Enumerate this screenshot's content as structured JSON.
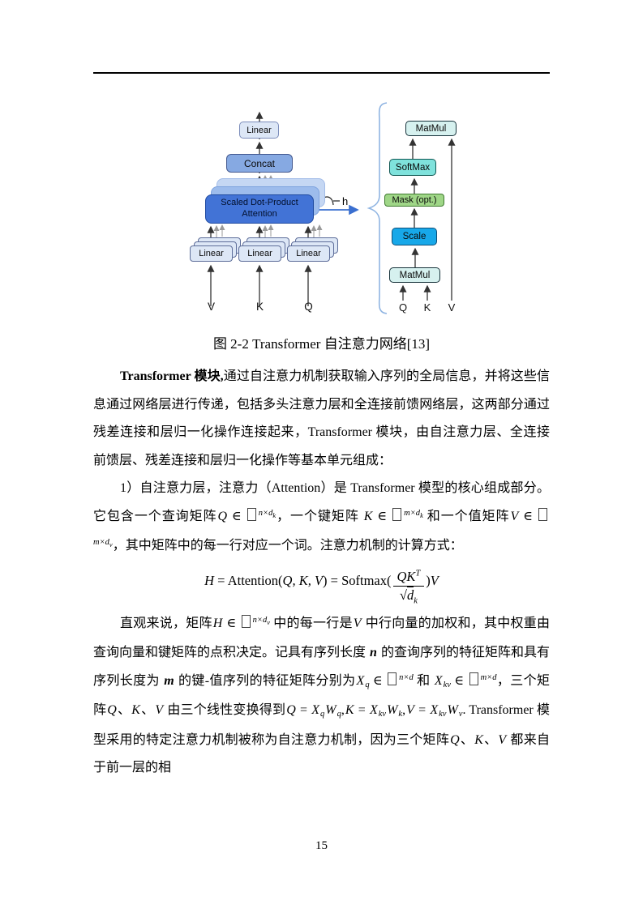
{
  "page": {
    "number": "15"
  },
  "figure": {
    "caption": "图 2-2 Transformer 自注意力网络[13]",
    "left": {
      "linear_top": "Linear",
      "concat": "Concat",
      "attention": "Scaled Dot-Product Attention",
      "linear": "Linear",
      "h_label": "h",
      "input_v": "V",
      "input_k": "K",
      "input_q": "Q"
    },
    "right": {
      "matmul_top": "MatMul",
      "softmax": "SoftMax",
      "mask": "Mask (opt.)",
      "scale": "Scale",
      "matmul_bottom": "MatMul",
      "input_q": "Q",
      "input_k": "K",
      "input_v": "V"
    },
    "colors": {
      "box_light_blue": "#dde7f6",
      "concat_blue": "#86a9e2",
      "attention_blue": "#4273d6",
      "attention_back1": "#9dbcec",
      "attention_back2": "#c5d7f3",
      "matmul_cyan": "#d6f1ef",
      "softmax_cyan": "#7fe2dc",
      "mask_green": "#9fd687",
      "scale_blue": "#17a8e9",
      "arrow_blue": "#3a6fd0",
      "brace_blue": "#8fb4e2"
    }
  },
  "paragraphs": {
    "p1": [
      {
        "t": "Transformer 模块,",
        "s": "b"
      },
      {
        "t": "通过自注意力机制获取输入序列的全局信息，并将这些信息通过网络层进行传递，包括多头注意力层和全连接前馈网络层，这两部分通过残差连接和层归一化操作连接起来，Transformer 模块，由自注意力层、全连接前馈层、残差连接和层归一化操作等基本单元组成："
      }
    ],
    "p2": [
      {
        "t": "1）自注意力层，注意力（Attention）是 Transformer 模型的核心组成部分。它包含一个查询矩阵"
      },
      {
        "t": "Q",
        "s": "i"
      },
      {
        "t": " ∈ "
      },
      {
        "s": "box"
      },
      {
        "t": "n×d",
        "s": "sup"
      },
      {
        "t": "k",
        "s": "ss"
      },
      {
        "t": "，一个键矩阵 "
      },
      {
        "t": "K",
        "s": "i"
      },
      {
        "t": " ∈ "
      },
      {
        "s": "box"
      },
      {
        "t": "m×d",
        "s": "sup"
      },
      {
        "t": "k",
        "s": "ss"
      },
      {
        "t": " 和一个值矩阵"
      },
      {
        "t": "V",
        "s": "i"
      },
      {
        "t": " ∈ "
      },
      {
        "s": "box"
      },
      {
        "t": "m×d",
        "s": "sup"
      },
      {
        "t": "v",
        "s": "ss"
      },
      {
        "t": "，其中矩阵中的每一行对应一个词。注意力机制的计算方式："
      }
    ],
    "p3": [
      {
        "t": "直观来说，矩阵"
      },
      {
        "t": "H",
        "s": "i"
      },
      {
        "t": " ∈ "
      },
      {
        "s": "box"
      },
      {
        "t": "n×d",
        "s": "sup"
      },
      {
        "t": "v",
        "s": "ss"
      },
      {
        "t": " 中的每一行是"
      },
      {
        "t": "V",
        "s": "i"
      },
      {
        "t": " 中行向量的加权和，其中权重由查询向量和键矩阵的点积决定。记具有序列长度 "
      },
      {
        "t": "n",
        "s": "bi"
      },
      {
        "t": " 的查询序列的特征矩阵和具有序列长度为 "
      },
      {
        "t": "m",
        "s": "bi"
      },
      {
        "t": " 的键-值序列的特征矩阵分别为"
      },
      {
        "t": "X",
        "s": "i"
      },
      {
        "t": "q",
        "s": "sub"
      },
      {
        "t": " ∈ "
      },
      {
        "s": "box"
      },
      {
        "t": "n×d",
        "s": "sup"
      },
      {
        "t": " 和 "
      },
      {
        "t": "X",
        "s": "i"
      },
      {
        "t": "kv",
        "s": "sub"
      },
      {
        "t": " ∈ "
      },
      {
        "s": "box"
      },
      {
        "t": "m×d",
        "s": "sup"
      },
      {
        "t": "，三个矩阵"
      },
      {
        "t": "Q",
        "s": "i"
      },
      {
        "t": "、"
      },
      {
        "t": "K",
        "s": "i"
      },
      {
        "t": "、"
      },
      {
        "t": "V",
        "s": "i"
      },
      {
        "t": " 由三个线性变换得到"
      },
      {
        "t": "Q",
        "s": "i"
      },
      {
        "t": " = "
      },
      {
        "t": "X",
        "s": "i"
      },
      {
        "t": "q",
        "s": "sub"
      },
      {
        "t": "W",
        "s": "i"
      },
      {
        "t": "q",
        "s": "sub"
      },
      {
        "t": ","
      },
      {
        "t": "K",
        "s": "i"
      },
      {
        "t": " = "
      },
      {
        "t": "X",
        "s": "i"
      },
      {
        "t": "kv",
        "s": "sub"
      },
      {
        "t": "W",
        "s": "i"
      },
      {
        "t": "k",
        "s": "sub"
      },
      {
        "t": ","
      },
      {
        "t": "V",
        "s": "i"
      },
      {
        "t": " = "
      },
      {
        "t": "X",
        "s": "i"
      },
      {
        "t": "kv",
        "s": "sub"
      },
      {
        "t": "W",
        "s": "i"
      },
      {
        "t": "v",
        "s": "sub"
      },
      {
        "t": ". Transformer 模型采用的特定注意力机制被称为自注意力机制，因为三个矩阵"
      },
      {
        "t": "Q",
        "s": "i"
      },
      {
        "t": "、"
      },
      {
        "t": "K",
        "s": "i"
      },
      {
        "t": "、"
      },
      {
        "t": "V",
        "s": "i"
      },
      {
        "t": " 都来自于前一层的相"
      }
    ]
  },
  "formula": {
    "lhs": "H",
    "eq": " = ",
    "fn": "Attention",
    "open": "(",
    "args": "Q, K, V",
    "close": ")",
    "softmax": "Softmax",
    "num_base": "QK",
    "num_sup": "T",
    "sqrt": "√",
    "den_base": "d",
    "den_sub": "k",
    "tail": "V"
  }
}
